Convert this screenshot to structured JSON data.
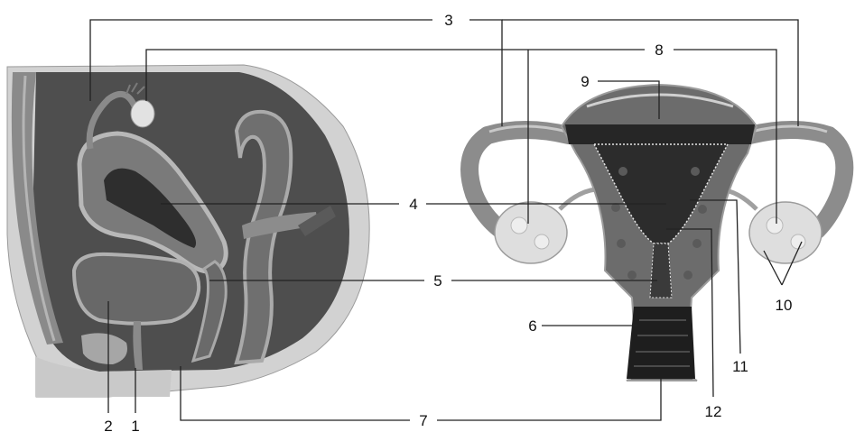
{
  "labels": {
    "l1": "1",
    "l2": "2",
    "l3": "3",
    "l4": "4",
    "l5": "5",
    "l6": "6",
    "l7": "7",
    "l8": "8",
    "l9": "9",
    "l10": "10",
    "l11": "11",
    "l12": "12"
  },
  "colors": {
    "tissue_dark": "#4a4a4a",
    "tissue_mid": "#7c7c7c",
    "tissue_light": "#b8b8b8",
    "background_grey": "#d2d2d2",
    "ovary": "#dcdcdc",
    "leader_line": "#222222"
  }
}
